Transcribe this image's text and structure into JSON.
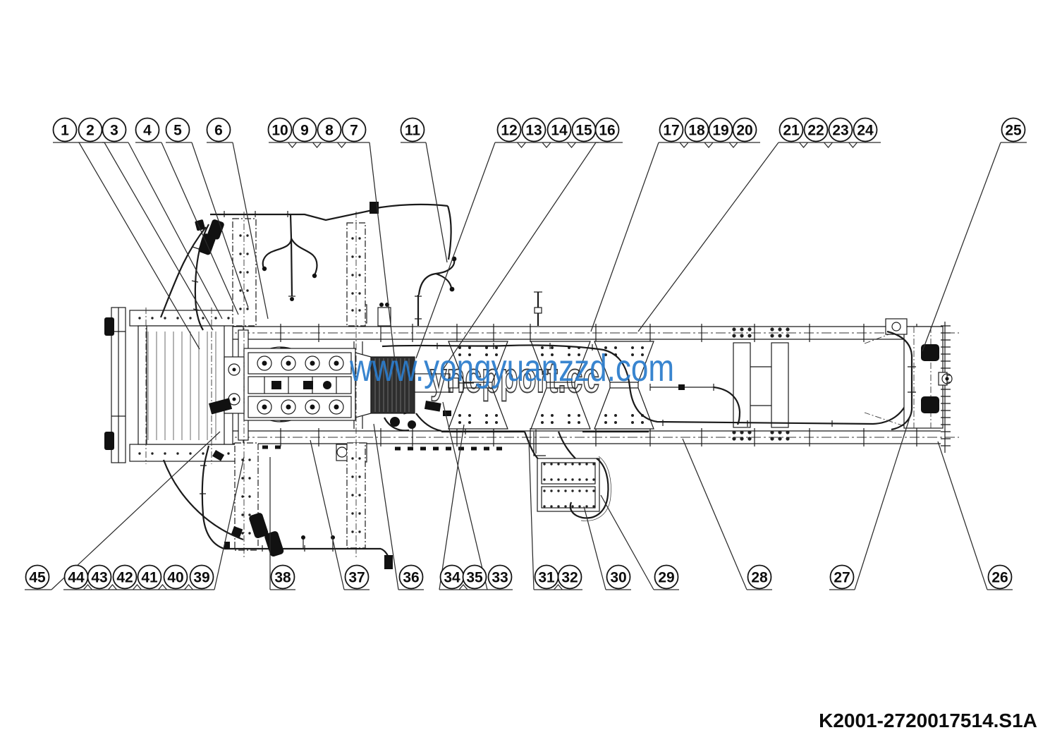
{
  "diagram": {
    "number": "K2001-2720017514.S1A",
    "watermarks": {
      "site": "www.yongyuanzzd.com",
      "site_color": "#2b7ccc",
      "overlay": "yncpport.cc"
    },
    "callouts": {
      "top": [
        "1",
        "2",
        "3",
        "4",
        "5",
        "6",
        "10",
        "9",
        "8",
        "7",
        "11",
        "12",
        "13",
        "14",
        "15",
        "16",
        "17",
        "18",
        "19",
        "20",
        "21",
        "22",
        "23",
        "24",
        "25"
      ],
      "bottom": [
        "45",
        "44",
        "43",
        "42",
        "41",
        "40",
        "39",
        "38",
        "37",
        "36",
        "34",
        "35",
        "33",
        "31",
        "32",
        "30",
        "29",
        "28",
        "27",
        "26"
      ]
    }
  }
}
